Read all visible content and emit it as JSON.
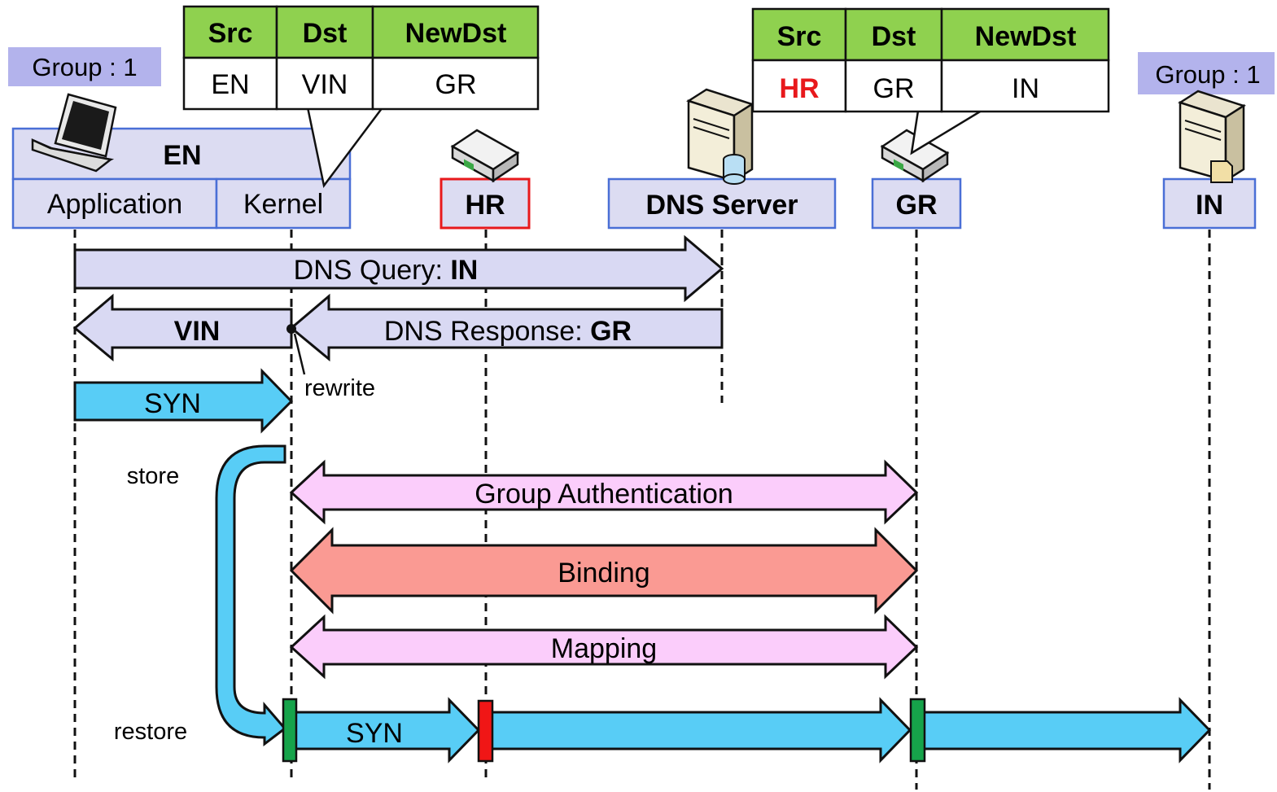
{
  "groups": {
    "left": "Group : 1",
    "right": "Group : 1"
  },
  "entities": {
    "en": "EN",
    "application": "Application",
    "kernel": "Kernel",
    "hr": "HR",
    "dns_server": "DNS Server",
    "gr": "GR",
    "in": "IN"
  },
  "table_left": {
    "headers": [
      "Src",
      "Dst",
      "NewDst"
    ],
    "row": [
      "EN",
      "VIN",
      "GR"
    ]
  },
  "table_right": {
    "headers": [
      "Src",
      "Dst",
      "NewDst"
    ],
    "row": [
      "HR",
      "GR",
      "IN"
    ]
  },
  "messages": {
    "dns_query_prefix": "DNS Query: ",
    "dns_query_target": "IN",
    "vin": "VIN",
    "dns_response_prefix": "DNS Response: ",
    "dns_response_target": "GR",
    "rewrite": "rewrite",
    "syn_first": "SYN",
    "store": "store",
    "group_auth": "Group Authentication",
    "binding": "Binding",
    "mapping": "Mapping",
    "restore": "restore",
    "syn_second": "SYN"
  },
  "colors": {
    "lavender": "#d9d9f3",
    "syn_cyan": "#58cdf6",
    "pink": "#fbcdfb",
    "binding_red": "#fa9a93",
    "table_header_green": "#8fd14f",
    "hr_highlight": "#e8191c",
    "marker_green": "#16a34a",
    "marker_red": "#f01616"
  }
}
